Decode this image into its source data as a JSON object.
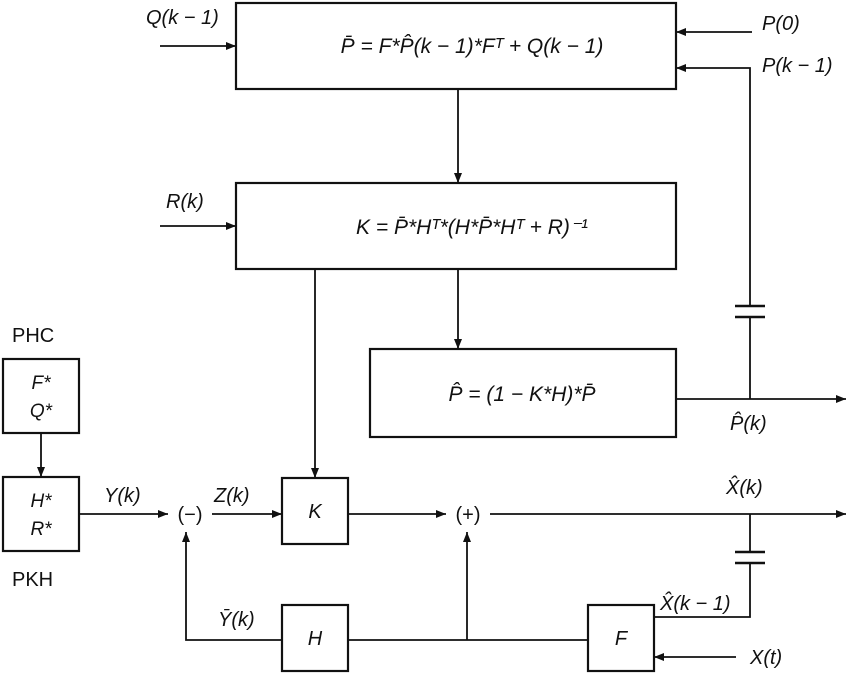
{
  "blocks": {
    "predict_cov": {
      "equation": "P̄ = F*P̂(k − 1)*Fᵀ + Q(k − 1)"
    },
    "gain": {
      "equation": "K = P̄*Hᵀ*(H*P̄*Hᵀ + R)⁻¹"
    },
    "update_cov": {
      "equation": "P̂ = (1 − K*H)*P̄"
    },
    "phc": {
      "line1": "F*",
      "line2": "Q*"
    },
    "pkh": {
      "line1": "H*",
      "line2": "R*"
    },
    "k_block": {
      "label": "K"
    },
    "h_block": {
      "label": "H"
    },
    "f_block": {
      "label": "F"
    }
  },
  "labels": {
    "q_prev": "Q(k − 1)",
    "p0": "P(0)",
    "p_prev": "P(k − 1)",
    "r": "R(k)",
    "phc": "PHC",
    "pkh": "PKH",
    "y": "Y(k)",
    "z": "Z(k)",
    "minus_node": "(−)",
    "plus_node": "(+)",
    "x_hat": "X̂(k)",
    "p_hat": "P̂(k)",
    "y_bar": "Ȳ(k)",
    "x_hat_prev": "X̂(k − 1)",
    "x_t": "X(t)"
  }
}
